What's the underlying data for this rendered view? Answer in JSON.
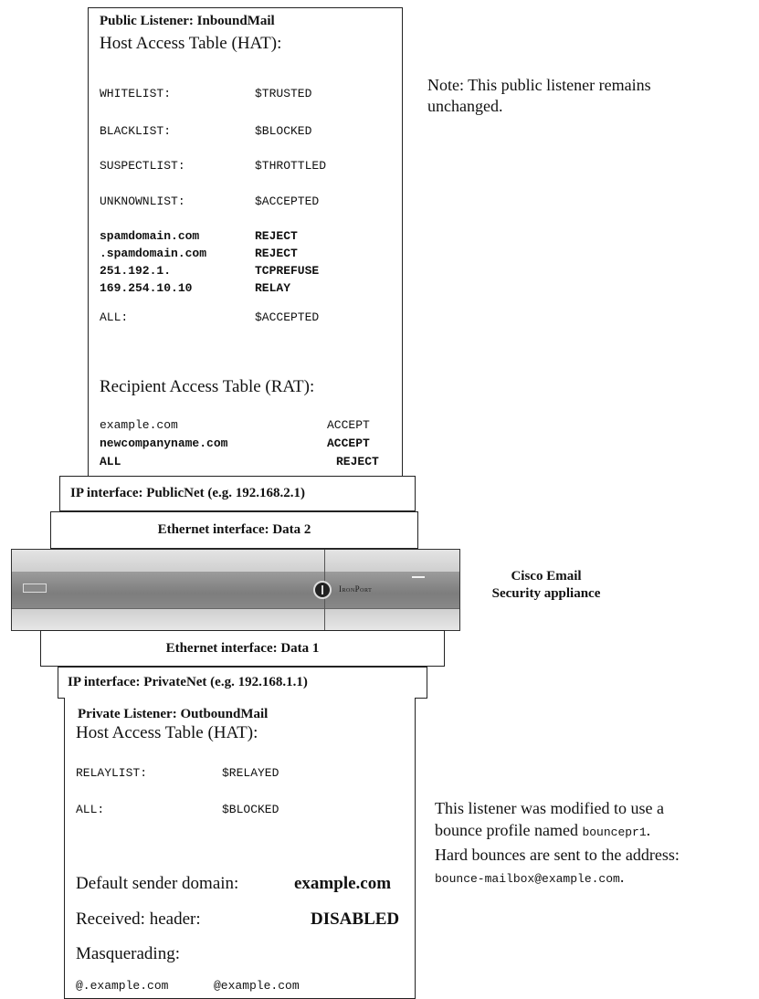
{
  "public_listener": {
    "title": "Public Listener: InboundMail",
    "hat_heading": "Host Access Table (HAT):",
    "hat_rows": [
      {
        "key": "WHITELIST:",
        "value": "$TRUSTED"
      },
      {
        "key": "BLACKLIST:",
        "value": "$BLOCKED"
      },
      {
        "key": "SUSPECTLIST:",
        "value": "$THROTTLED"
      },
      {
        "key": "UNKNOWNLIST:",
        "value": "$ACCEPTED"
      }
    ],
    "hat_bold_rows": [
      {
        "key": "spamdomain.com",
        "value": "REJECT"
      },
      {
        "key": ".spamdomain.com",
        "value": "REJECT"
      },
      {
        "key": "251.192.1.",
        "value": "TCPREFUSE"
      },
      {
        "key": "169.254.10.10",
        "value": "RELAY"
      }
    ],
    "hat_all": {
      "key": "ALL:",
      "value": "$ACCEPTED"
    },
    "rat_heading": "Recipient Access Table (RAT):",
    "rat_rows": [
      {
        "key": "example.com",
        "value": "ACCEPT"
      },
      {
        "key": "newcompanyname.com",
        "value": "ACCEPT"
      },
      {
        "key": "ALL",
        "value": "REJECT"
      }
    ],
    "note": [
      "Note: This public listener remains",
      "unchanged."
    ]
  },
  "interfaces": {
    "ip_public": "IP interface: PublicNet (e.g. 192.168.2.1)",
    "eth_data2": "Ethernet interface: Data 2",
    "eth_data1": "Ethernet interface: Data 1",
    "ip_private": "IP interface: PrivateNet (e.g. 192.168.1.1)"
  },
  "appliance": {
    "brand": "IronPort",
    "label": [
      "Cisco Email",
      "Security appliance"
    ]
  },
  "private_listener": {
    "title": "Private Listener: OutboundMail",
    "hat_heading": "Host Access Table (HAT):",
    "hat_rows": [
      {
        "key": "RELAYLIST:",
        "value": "$RELAYED"
      },
      {
        "key": "ALL:",
        "value": "$BLOCKED"
      }
    ],
    "default_sender_label": "Default sender domain:",
    "default_sender_value": "example.com",
    "received_label": "Received: header:",
    "received_value": "DISABLED",
    "masquerading_label": "Masquerading:",
    "masq_from": "@.example.com",
    "masq_to": "@example.com",
    "note_line1": "This listener was modified to use a",
    "note_line2_prefix": "bounce profile named ",
    "note_line2_code": "bouncepr1",
    "note_line2_suffix": ".",
    "note_line3": "Hard bounces are sent to the address:",
    "note_line4_code": "bounce-mailbox@example.com",
    "note_line4_suffix": "."
  }
}
